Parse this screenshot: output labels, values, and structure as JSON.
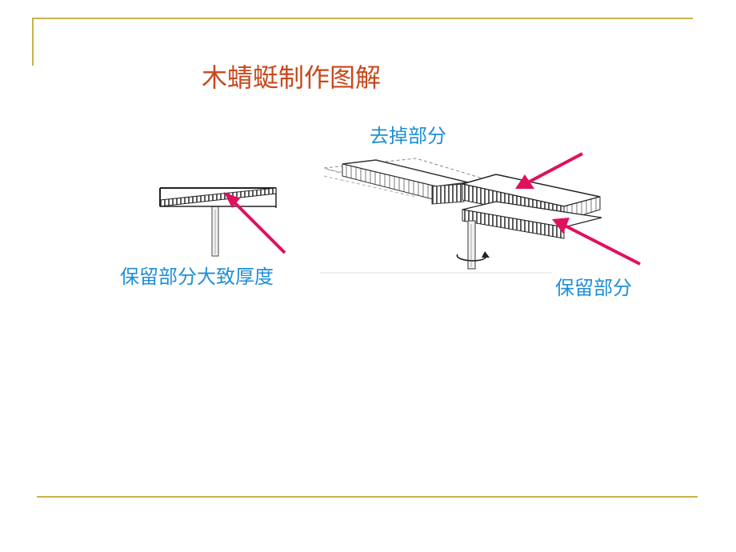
{
  "slide": {
    "title": "木蜻蜓制作图解",
    "labels": {
      "removed_part": "去掉部分",
      "kept_thickness": "保留部分大致厚度",
      "kept_part": "保留部分"
    }
  },
  "colors": {
    "title": "#c8481c",
    "label": "#1f8fd6",
    "arrow": "#e0105f",
    "frame": "#c8b24a",
    "ink": "#222222"
  }
}
